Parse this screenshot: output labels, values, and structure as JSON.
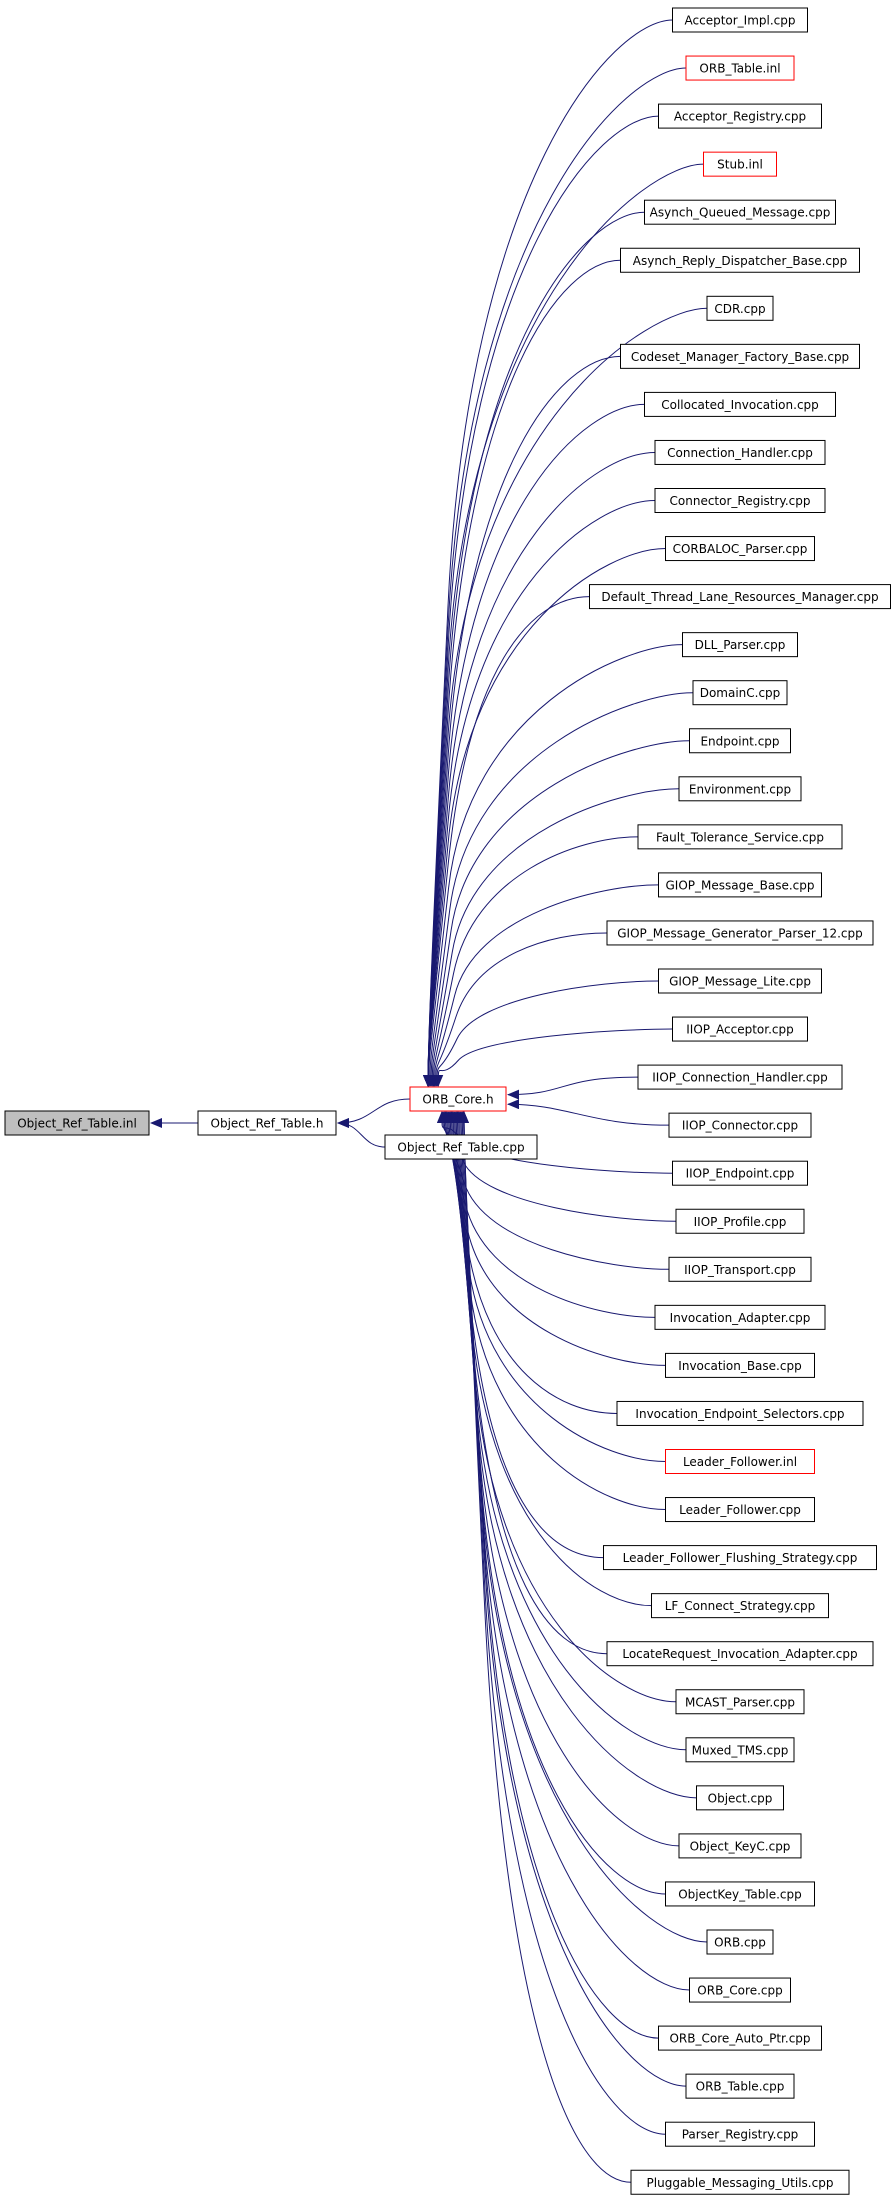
{
  "graph": {
    "nodes": [
      {
        "id": "object_ref_table_inl",
        "label": "Object_Ref_Table.inl",
        "style": "current"
      },
      {
        "id": "object_ref_table_h",
        "label": "Object_Ref_Table.h",
        "style": "normal"
      },
      {
        "id": "orb_core_h",
        "label": "ORB_Core.h",
        "style": "truncated"
      },
      {
        "id": "object_ref_table_cpp",
        "label": "Object_Ref_Table.cpp",
        "style": "normal"
      },
      {
        "id": "acceptor_impl_cpp",
        "label": "Acceptor_Impl.cpp",
        "style": "normal"
      },
      {
        "id": "orb_table_inl",
        "label": "ORB_Table.inl",
        "style": "truncated"
      },
      {
        "id": "acceptor_registry_cpp",
        "label": "Acceptor_Registry.cpp",
        "style": "normal"
      },
      {
        "id": "stub_inl",
        "label": "Stub.inl",
        "style": "truncated"
      },
      {
        "id": "asynch_queued_message_cpp",
        "label": "Asynch_Queued_Message.cpp",
        "style": "normal"
      },
      {
        "id": "asynch_reply_dispatcher_base_cpp",
        "label": "Asynch_Reply_Dispatcher_Base.cpp",
        "style": "normal"
      },
      {
        "id": "cdr_cpp",
        "label": "CDR.cpp",
        "style": "normal"
      },
      {
        "id": "codeset_manager_factory_base_cpp",
        "label": "Codeset_Manager_Factory_Base.cpp",
        "style": "normal"
      },
      {
        "id": "collocated_invocation_cpp",
        "label": "Collocated_Invocation.cpp",
        "style": "normal"
      },
      {
        "id": "connection_handler_cpp",
        "label": "Connection_Handler.cpp",
        "style": "normal"
      },
      {
        "id": "connector_registry_cpp",
        "label": "Connector_Registry.cpp",
        "style": "normal"
      },
      {
        "id": "corbaloc_parser_cpp",
        "label": "CORBALOC_Parser.cpp",
        "style": "normal"
      },
      {
        "id": "default_thread_lane_resources_manager_cpp",
        "label": "Default_Thread_Lane_Resources_Manager.cpp",
        "style": "normal"
      },
      {
        "id": "dll_parser_cpp",
        "label": "DLL_Parser.cpp",
        "style": "normal"
      },
      {
        "id": "domainc_cpp",
        "label": "DomainC.cpp",
        "style": "normal"
      },
      {
        "id": "endpoint_cpp",
        "label": "Endpoint.cpp",
        "style": "normal"
      },
      {
        "id": "environment_cpp",
        "label": "Environment.cpp",
        "style": "normal"
      },
      {
        "id": "fault_tolerance_service_cpp",
        "label": "Fault_Tolerance_Service.cpp",
        "style": "normal"
      },
      {
        "id": "giop_message_base_cpp",
        "label": "GIOP_Message_Base.cpp",
        "style": "normal"
      },
      {
        "id": "giop_message_generator_parser_12_cpp",
        "label": "GIOP_Message_Generator_Parser_12.cpp",
        "style": "normal"
      },
      {
        "id": "giop_message_lite_cpp",
        "label": "GIOP_Message_Lite.cpp",
        "style": "normal"
      },
      {
        "id": "iiop_acceptor_cpp",
        "label": "IIOP_Acceptor.cpp",
        "style": "normal"
      },
      {
        "id": "iiop_connection_handler_cpp",
        "label": "IIOP_Connection_Handler.cpp",
        "style": "normal"
      },
      {
        "id": "iiop_connector_cpp",
        "label": "IIOP_Connector.cpp",
        "style": "normal"
      },
      {
        "id": "iiop_endpoint_cpp",
        "label": "IIOP_Endpoint.cpp",
        "style": "normal"
      },
      {
        "id": "iiop_profile_cpp",
        "label": "IIOP_Profile.cpp",
        "style": "normal"
      },
      {
        "id": "iiop_transport_cpp",
        "label": "IIOP_Transport.cpp",
        "style": "normal"
      },
      {
        "id": "invocation_adapter_cpp",
        "label": "Invocation_Adapter.cpp",
        "style": "normal"
      },
      {
        "id": "invocation_base_cpp",
        "label": "Invocation_Base.cpp",
        "style": "normal"
      },
      {
        "id": "invocation_endpoint_selectors_cpp",
        "label": "Invocation_Endpoint_Selectors.cpp",
        "style": "normal"
      },
      {
        "id": "leader_follower_inl",
        "label": "Leader_Follower.inl",
        "style": "truncated"
      },
      {
        "id": "leader_follower_cpp",
        "label": "Leader_Follower.cpp",
        "style": "normal"
      },
      {
        "id": "leader_follower_flushing_strategy_cpp",
        "label": "Leader_Follower_Flushing_Strategy.cpp",
        "style": "normal"
      },
      {
        "id": "lf_connect_strategy_cpp",
        "label": "LF_Connect_Strategy.cpp",
        "style": "normal"
      },
      {
        "id": "locaterequest_invocation_adapter_cpp",
        "label": "LocateRequest_Invocation_Adapter.cpp",
        "style": "normal"
      },
      {
        "id": "mcast_parser_cpp",
        "label": "MCAST_Parser.cpp",
        "style": "normal"
      },
      {
        "id": "muxed_tms_cpp",
        "label": "Muxed_TMS.cpp",
        "style": "normal"
      },
      {
        "id": "object_cpp",
        "label": "Object.cpp",
        "style": "normal"
      },
      {
        "id": "object_keyc_cpp",
        "label": "Object_KeyC.cpp",
        "style": "normal"
      },
      {
        "id": "objectkey_table_cpp",
        "label": "ObjectKey_Table.cpp",
        "style": "normal"
      },
      {
        "id": "orb_cpp",
        "label": "ORB.cpp",
        "style": "normal"
      },
      {
        "id": "orb_core_cpp",
        "label": "ORB_Core.cpp",
        "style": "normal"
      },
      {
        "id": "orb_core_auto_ptr_cpp",
        "label": "ORB_Core_Auto_Ptr.cpp",
        "style": "normal"
      },
      {
        "id": "orb_table_cpp",
        "label": "ORB_Table.cpp",
        "style": "normal"
      },
      {
        "id": "parser_registry_cpp",
        "label": "Parser_Registry.cpp",
        "style": "normal"
      },
      {
        "id": "pluggable_messaging_utils_cpp",
        "label": "Pluggable_Messaging_Utils.cpp",
        "style": "normal"
      }
    ],
    "edges": [
      [
        "object_ref_table_h",
        "object_ref_table_inl"
      ],
      [
        "orb_core_h",
        "object_ref_table_h"
      ],
      [
        "object_ref_table_cpp",
        "object_ref_table_h"
      ],
      [
        "acceptor_impl_cpp",
        "orb_core_h"
      ],
      [
        "orb_table_inl",
        "orb_core_h"
      ],
      [
        "acceptor_registry_cpp",
        "orb_core_h"
      ],
      [
        "stub_inl",
        "orb_core_h"
      ],
      [
        "asynch_queued_message_cpp",
        "orb_core_h"
      ],
      [
        "asynch_reply_dispatcher_base_cpp",
        "orb_core_h"
      ],
      [
        "cdr_cpp",
        "orb_core_h"
      ],
      [
        "codeset_manager_factory_base_cpp",
        "orb_core_h"
      ],
      [
        "collocated_invocation_cpp",
        "orb_core_h"
      ],
      [
        "connection_handler_cpp",
        "orb_core_h"
      ],
      [
        "connector_registry_cpp",
        "orb_core_h"
      ],
      [
        "corbaloc_parser_cpp",
        "orb_core_h"
      ],
      [
        "default_thread_lane_resources_manager_cpp",
        "orb_core_h"
      ],
      [
        "dll_parser_cpp",
        "orb_core_h"
      ],
      [
        "domainc_cpp",
        "orb_core_h"
      ],
      [
        "endpoint_cpp",
        "orb_core_h"
      ],
      [
        "environment_cpp",
        "orb_core_h"
      ],
      [
        "fault_tolerance_service_cpp",
        "orb_core_h"
      ],
      [
        "giop_message_base_cpp",
        "orb_core_h"
      ],
      [
        "giop_message_generator_parser_12_cpp",
        "orb_core_h"
      ],
      [
        "giop_message_lite_cpp",
        "orb_core_h"
      ],
      [
        "iiop_acceptor_cpp",
        "orb_core_h"
      ],
      [
        "iiop_connection_handler_cpp",
        "orb_core_h"
      ],
      [
        "iiop_connector_cpp",
        "orb_core_h"
      ],
      [
        "iiop_endpoint_cpp",
        "orb_core_h"
      ],
      [
        "iiop_profile_cpp",
        "orb_core_h"
      ],
      [
        "iiop_transport_cpp",
        "orb_core_h"
      ],
      [
        "invocation_adapter_cpp",
        "orb_core_h"
      ],
      [
        "invocation_base_cpp",
        "orb_core_h"
      ],
      [
        "invocation_endpoint_selectors_cpp",
        "orb_core_h"
      ],
      [
        "leader_follower_inl",
        "orb_core_h"
      ],
      [
        "leader_follower_cpp",
        "orb_core_h"
      ],
      [
        "leader_follower_flushing_strategy_cpp",
        "orb_core_h"
      ],
      [
        "lf_connect_strategy_cpp",
        "orb_core_h"
      ],
      [
        "locaterequest_invocation_adapter_cpp",
        "orb_core_h"
      ],
      [
        "mcast_parser_cpp",
        "orb_core_h"
      ],
      [
        "muxed_tms_cpp",
        "orb_core_h"
      ],
      [
        "object_cpp",
        "orb_core_h"
      ],
      [
        "object_keyc_cpp",
        "orb_core_h"
      ],
      [
        "objectkey_table_cpp",
        "orb_core_h"
      ],
      [
        "orb_cpp",
        "orb_core_h"
      ],
      [
        "orb_core_cpp",
        "orb_core_h"
      ],
      [
        "orb_core_auto_ptr_cpp",
        "orb_core_h"
      ],
      [
        "orb_table_cpp",
        "orb_core_h"
      ],
      [
        "parser_registry_cpp",
        "orb_core_h"
      ],
      [
        "pluggable_messaging_utils_cpp",
        "orb_core_h"
      ]
    ],
    "colors": {
      "edge": "#191970",
      "node_border": "#000000",
      "truncated_border": "#ff0000",
      "current_fill": "#bfbfbf",
      "node_fill": "#ffffff",
      "text": "#000000"
    }
  }
}
